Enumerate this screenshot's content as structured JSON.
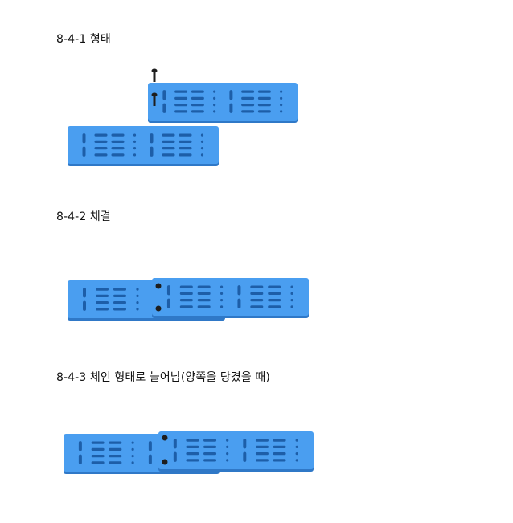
{
  "sections": [
    {
      "caption": "8-4-1  형태"
    },
    {
      "caption": "8-4-2  체결"
    },
    {
      "caption": "8-4-3  체인  형태로  늘어남(양쪽을  당겼을  때)"
    }
  ],
  "colors": {
    "plate": "#4a9ef0",
    "plate_side": "#2f78c7",
    "slot": "#1d5ea8",
    "screw": "#1e1e1e"
  }
}
